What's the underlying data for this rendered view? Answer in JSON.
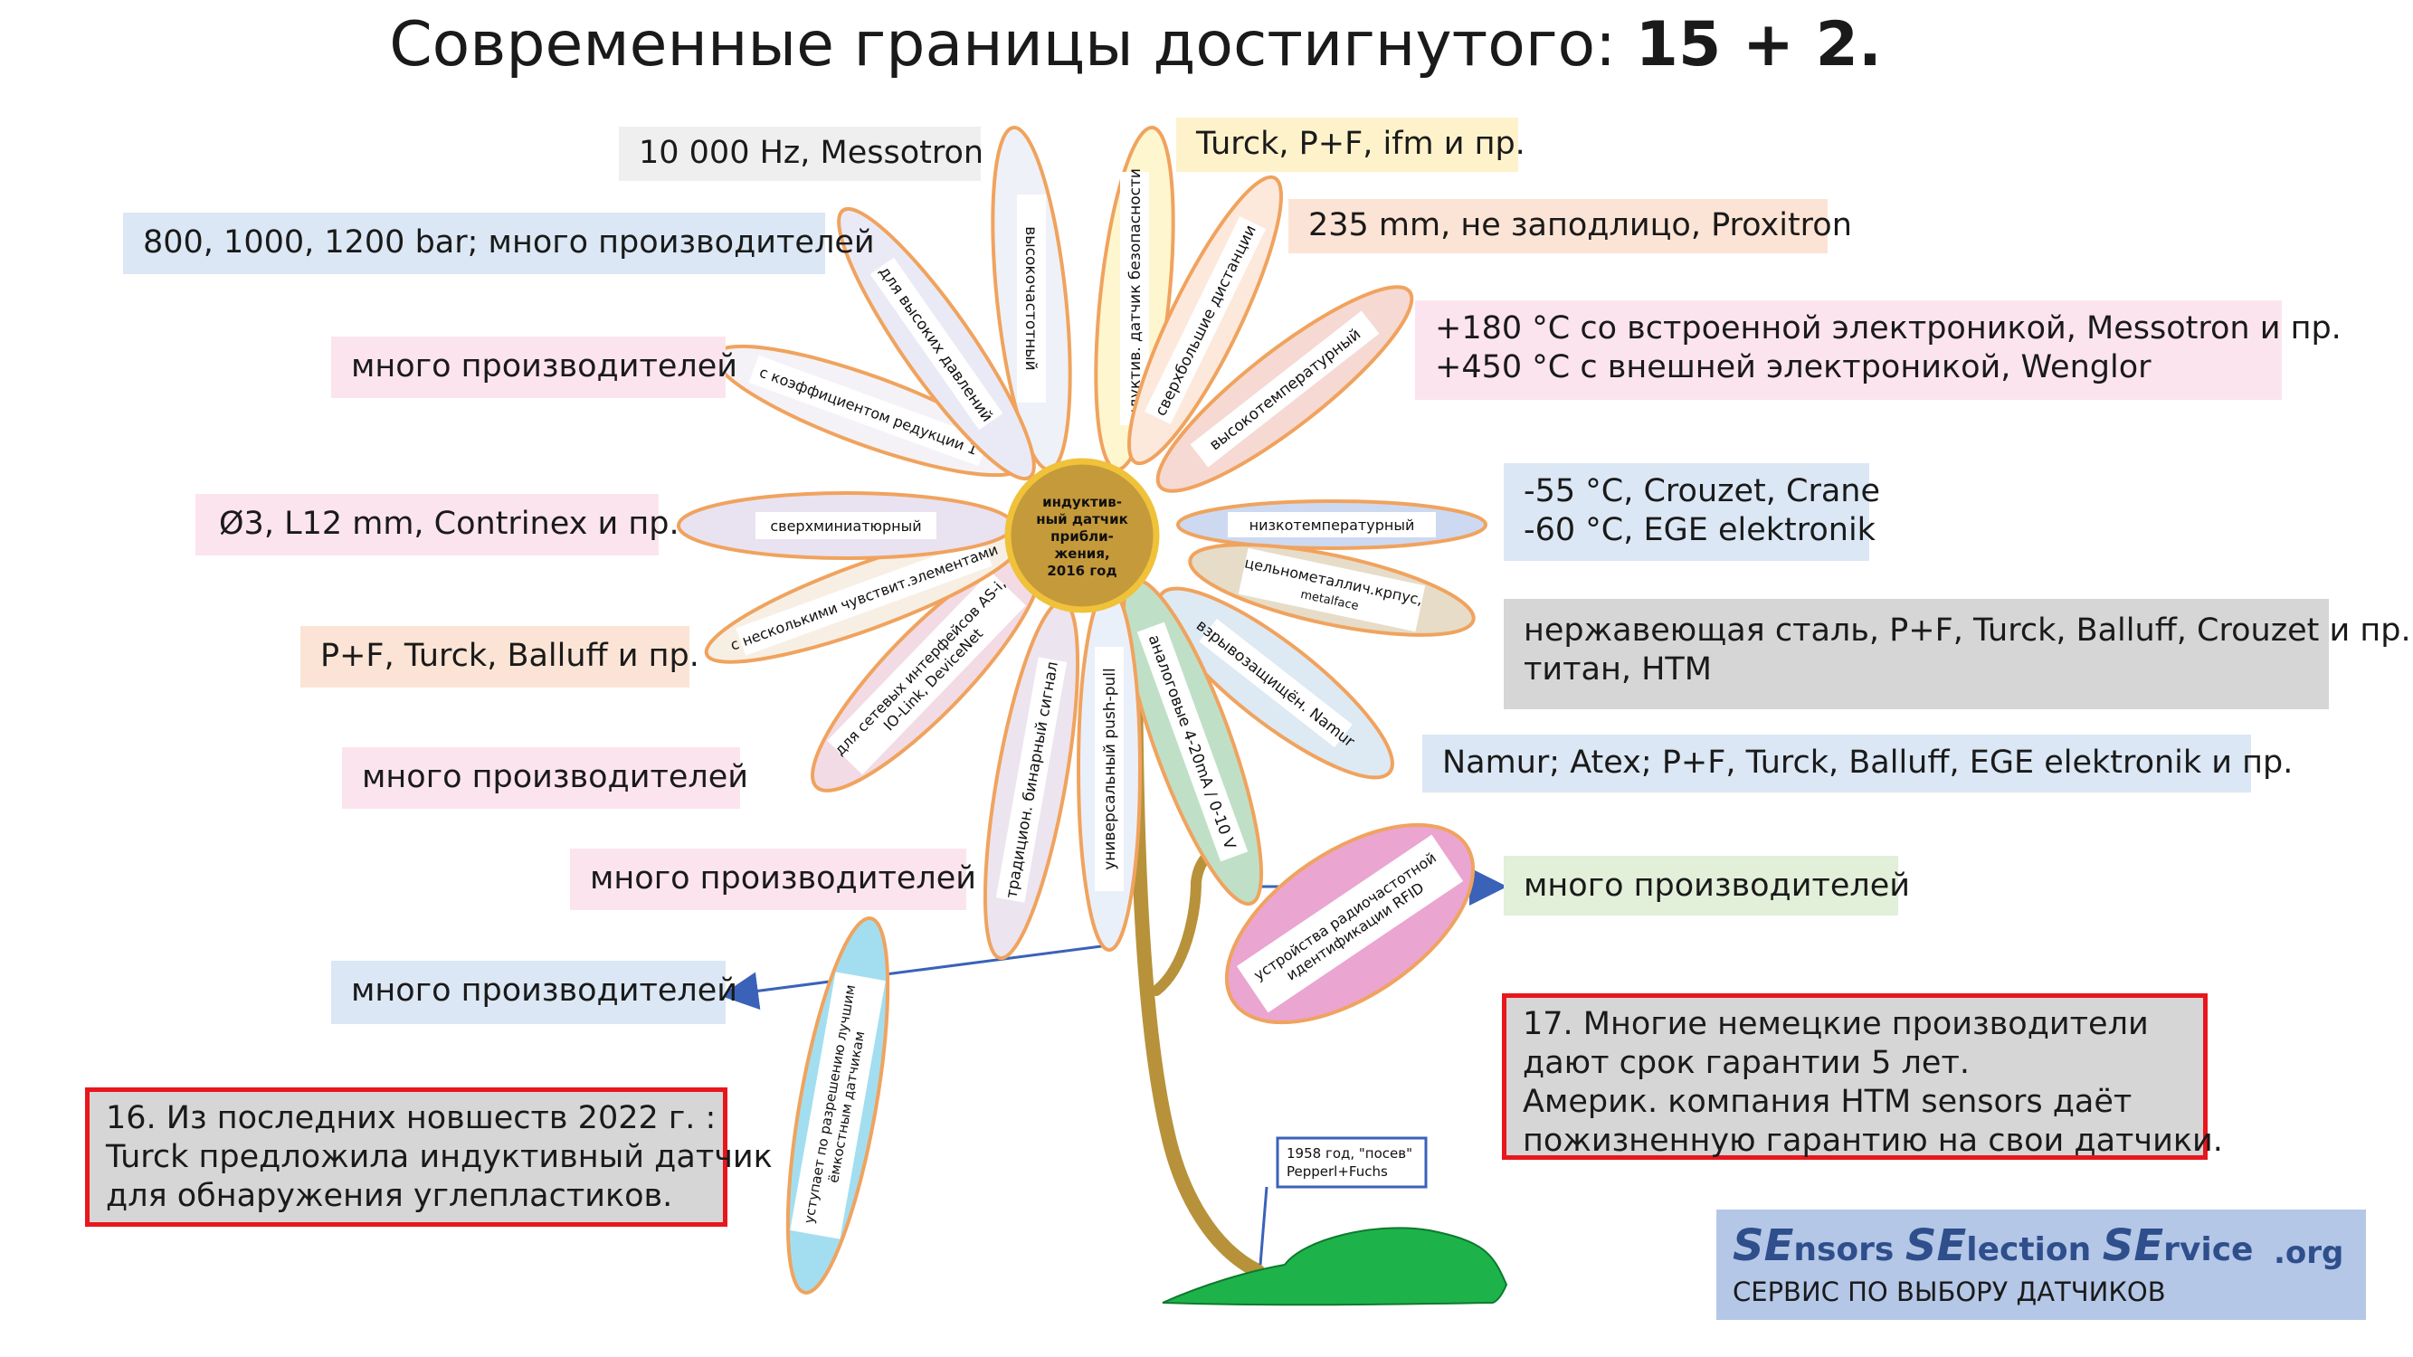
{
  "title": {
    "main": "Современные границы достигнутого: ",
    "bold": "15 + 2",
    "tail": "."
  },
  "center": {
    "lines": [
      "индуктив-",
      "ный датчик",
      "прибли-",
      "жения,",
      "2016 год"
    ]
  },
  "petals": [
    {
      "id": "high-freq",
      "text": [
        "высокочастотный"
      ]
    },
    {
      "id": "safety",
      "text": [
        "индуктив. датчик безопасности"
      ]
    },
    {
      "id": "long-range",
      "text": [
        "сверхбольшие дистанции"
      ]
    },
    {
      "id": "high-temp",
      "text": [
        "высокотемпературный"
      ]
    },
    {
      "id": "low-temp",
      "text": [
        "низкотемпературный"
      ]
    },
    {
      "id": "all-metal",
      "text": [
        "цельнометаллич.крпус,",
        "metalface"
      ]
    },
    {
      "id": "explosion",
      "text": [
        "взрывозащищён. Namur"
      ]
    },
    {
      "id": "analog",
      "text": [
        "аналоговые 4-20mA / 0-10 V"
      ]
    },
    {
      "id": "push-pull",
      "text": [
        "универсальный push-pull"
      ]
    },
    {
      "id": "binary",
      "text": [
        "традицион. бинарный сигнал"
      ]
    },
    {
      "id": "network",
      "text": [
        "для сетевых интерфейсов AS-i,",
        "IO-Link, DeviceNet"
      ]
    },
    {
      "id": "multi-elem",
      "text": [
        "с несколькими чувствит.элементами"
      ]
    },
    {
      "id": "subminiature",
      "text": [
        "сверхминиатюрный"
      ]
    },
    {
      "id": "reduction",
      "text": [
        "с коэффициентом редукции 1"
      ]
    },
    {
      "id": "high-pressure",
      "text": [
        "для высоких давлений"
      ]
    },
    {
      "id": "capacitive",
      "text": [
        "уступает по разрешению лучшим",
        "ёмкостным датчикам"
      ]
    },
    {
      "id": "rfid",
      "text": [
        "устройства радиочастотной",
        "идентификации RFID"
      ]
    }
  ],
  "labels": {
    "messotron_freq": "10 000 Hz, Messotron",
    "turck_pf_ifm": "Turck, P+F, ifm  и пр.",
    "proxitron_235": "235 mm, не заподлицо, Proxitron",
    "pressure_bar": "800, 1000, 1200 bar; много производителей",
    "high_temp_lines": [
      "+180 °C  со встроенной электроникой, Messotron  и пр.",
      "+450 °C  с внешней электроникой, Wenglor"
    ],
    "many_1": "много производителей",
    "low_temp_lines": [
      "-55 °C, Crouzet, Crane",
      "-60 °C, EGE elektronik"
    ],
    "contrinex": "Ø3, L12 mm, Contrinex и пр.",
    "stainless_lines": [
      "нержавеющая сталь, P+F, Turck, Balluff, Crouzet и пр.",
      "титан, HTM"
    ],
    "pf_turck_balluff": "P+F, Turck, Balluff и пр.",
    "namur_atex": "Namur; Atex; P+F, Turck, Balluff, EGE elektronik и пр.",
    "many_2": "много производителей",
    "many_3": "много производителей",
    "many_rfid": "много производителей",
    "many_push": "много производителей"
  },
  "note16": {
    "lines": [
      "16. Из последних новшеств 2022 г. :",
      "Turck предложила индуктивный датчик",
      "для обнаружения углепластиков."
    ]
  },
  "note17": {
    "lines": [
      "17. Многие немецкие производители",
      "дают срок гарантии 5 лет.",
      "Америк. компания HTM sensors  даёт",
      "пожизненную гарантию на свои датчики."
    ]
  },
  "seed_note": {
    "lines": [
      "1958 год, \"посев\"",
      "Pepperl+Fuchs"
    ]
  },
  "logo": {
    "se1": "SE",
    "rest1": "nsors ",
    "se2": "SE",
    "rest2": "lection ",
    "se3": "SE",
    "rest3": "rvice",
    "org": ".org",
    "subtitle": "СЕРВИС ПО ВЫБОРУ ДАТЧИКОВ"
  },
  "colors": {
    "petal_border": "#f0a35e",
    "note_border": "#e8161d",
    "stem": "#b8923a",
    "center_fill": "#c59a3a",
    "ground": "#1db34a",
    "logo_bg": "#b4c7e7",
    "logo_text": "#2f4e8c"
  }
}
